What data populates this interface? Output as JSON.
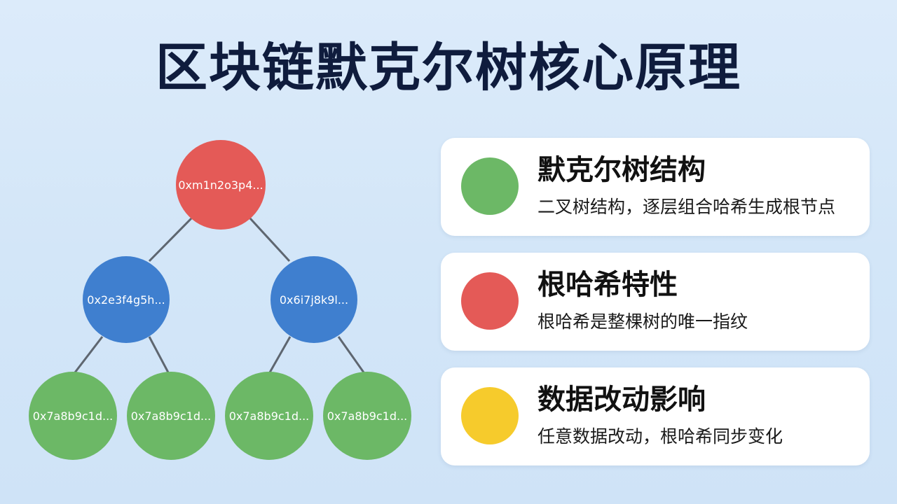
{
  "title": "区块链默克尔树核心原理",
  "colors": {
    "root": "#e45a57",
    "intermediate": "#3f7fcf",
    "leaf": "#6cb866",
    "edge": "#5e6670",
    "card_green": "#6cb866",
    "card_red": "#e45a57",
    "card_yellow": "#f6cb2c"
  },
  "tree": {
    "root": {
      "label": "0xm1n2o3p4..."
    },
    "intermediate": [
      {
        "label": "0x2e3f4g5h..."
      },
      {
        "label": "0x6i7j8k9l..."
      }
    ],
    "leaves": [
      {
        "label": "0x7a8b9c1d..."
      },
      {
        "label": "0x7a8b9c1d..."
      },
      {
        "label": "0x7a8b9c1d..."
      },
      {
        "label": "0x7a8b9c1d..."
      }
    ]
  },
  "cards": [
    {
      "title": "默克尔树结构",
      "desc": "二叉树结构，逐层组合哈希生成根节点",
      "color": "#6cb866"
    },
    {
      "title": "根哈希特性",
      "desc": "根哈希是整棵树的唯一指纹",
      "color": "#e45a57"
    },
    {
      "title": "数据改动影响",
      "desc": "任意数据改动，根哈希同步变化",
      "color": "#f6cb2c"
    }
  ]
}
